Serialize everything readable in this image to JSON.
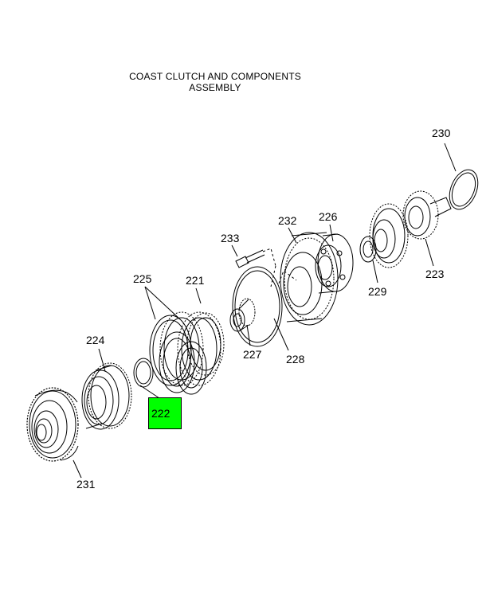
{
  "diagram": {
    "title_line1": "COAST CLUTCH AND COMPONENTS",
    "title_line2": "ASSEMBLY",
    "highlight_color": "#00FF00",
    "callouts": {
      "c230": "230",
      "c226": "226",
      "c232": "232",
      "c233": "233",
      "c225": "225",
      "c221": "221",
      "c229": "229",
      "c223": "223",
      "c224": "224",
      "c227": "227",
      "c228": "228",
      "c222": "222",
      "c231": "231"
    }
  }
}
